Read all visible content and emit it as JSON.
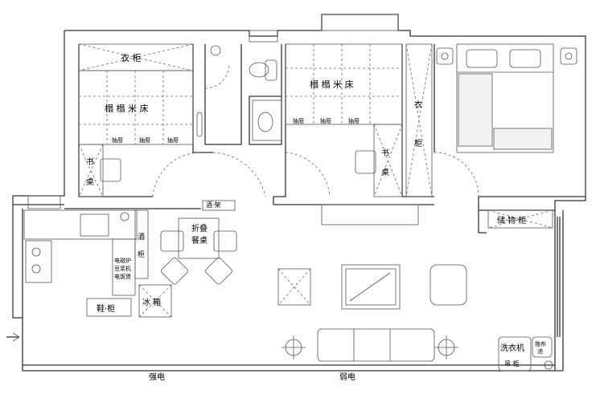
{
  "bedroom_left": {
    "wardrobe": "衣 柜",
    "bed": "榻 榻 米 床",
    "drawers": [
      "抽屉",
      "抽屉",
      "抽屉"
    ],
    "desk": [
      "书",
      "桌"
    ]
  },
  "bedroom_middle": {
    "bed": "榻 榻 米 床",
    "drawers": [
      "抽屉",
      "抽屉",
      "抽屉"
    ],
    "desk": [
      "书",
      "桌"
    ],
    "wardrobe": [
      "衣",
      "柜"
    ]
  },
  "kitchen": {
    "appliances": [
      "电磁炉",
      "豆浆机",
      "电饭煲"
    ],
    "wine_cabinet": [
      "酒",
      "柜"
    ],
    "wine_rack": "酒·架"
  },
  "dining": {
    "table": [
      "折叠",
      "餐桌"
    ],
    "fridge": "冰 箱",
    "shoe_cabinet": "鞋·柜"
  },
  "storage": {
    "cabinet": "储·物·柜"
  },
  "laundry": {
    "washer": "洗衣机",
    "mop_sink": [
      "拖布",
      "池"
    ],
    "hanging_cabinet": "吊 柜"
  },
  "electric": {
    "strong": "强电",
    "weak": "弱电"
  }
}
